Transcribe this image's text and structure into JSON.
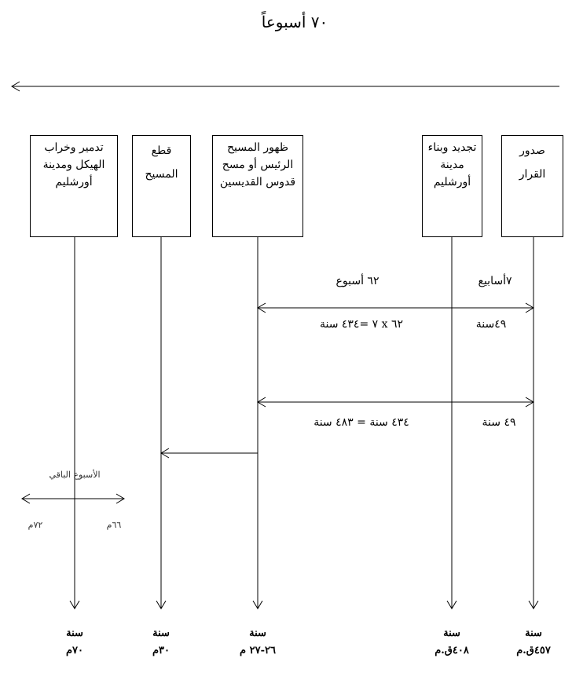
{
  "title": "٧٠ أسبوعاً",
  "boxes": [
    {
      "label": "تدمير وخراب الهيكل ومدينة أورشليم"
    },
    {
      "label": "قطع المسيح"
    },
    {
      "label": "ظهور المسيح الرئيس أو مسح قدوس القديسين"
    },
    {
      "label": "تجديد وبناء مدينة أورشليم"
    },
    {
      "label": "صدور القرار"
    }
  ],
  "labels": {
    "weeks62": "٦٢ أسبوع",
    "weeks7": "٧أسابيع",
    "calc434": "٦٢ x ٧ =٤٣٤ سنة",
    "years49a": "٤٩سنة",
    "calc483": "٤٣٤ سنة = ٤٨٣ سنة",
    "years49b": "٤٩ سنة",
    "remaining_week": "الأسبوع الباقي",
    "left_year": "٧٢م",
    "right_year": "٦٦م"
  },
  "years": [
    {
      "word": "سنة",
      "value": "٧٠م"
    },
    {
      "word": "سنة",
      "value": "٣٠م"
    },
    {
      "word": "سنة",
      "value": "٢٦-٢٧ م"
    },
    {
      "word": "سنة",
      "value": "٤٠٨ق.م"
    },
    {
      "word": "سنة",
      "value": "٤٥٧ق.م"
    }
  ]
}
